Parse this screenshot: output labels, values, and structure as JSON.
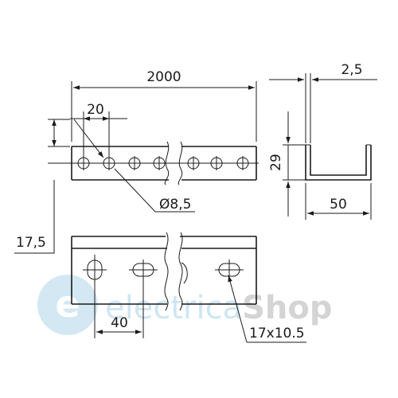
{
  "dimensions": {
    "length": "2000",
    "thickness": "2,5",
    "hole_pitch": "20",
    "height": "29",
    "hole_diameter": "Ø8,5",
    "width": "50",
    "edge_offset": "17,5",
    "slot_pitch": "40",
    "slot_size": "17x10.5"
  },
  "watermark": {
    "brand_part1": "electrica",
    "brand_part2": "Shop",
    "color_light": "#cfe6f2",
    "color_dark": "#d4d4d4"
  },
  "colors": {
    "line": "#1a1a1a",
    "background": "#ffffff"
  }
}
